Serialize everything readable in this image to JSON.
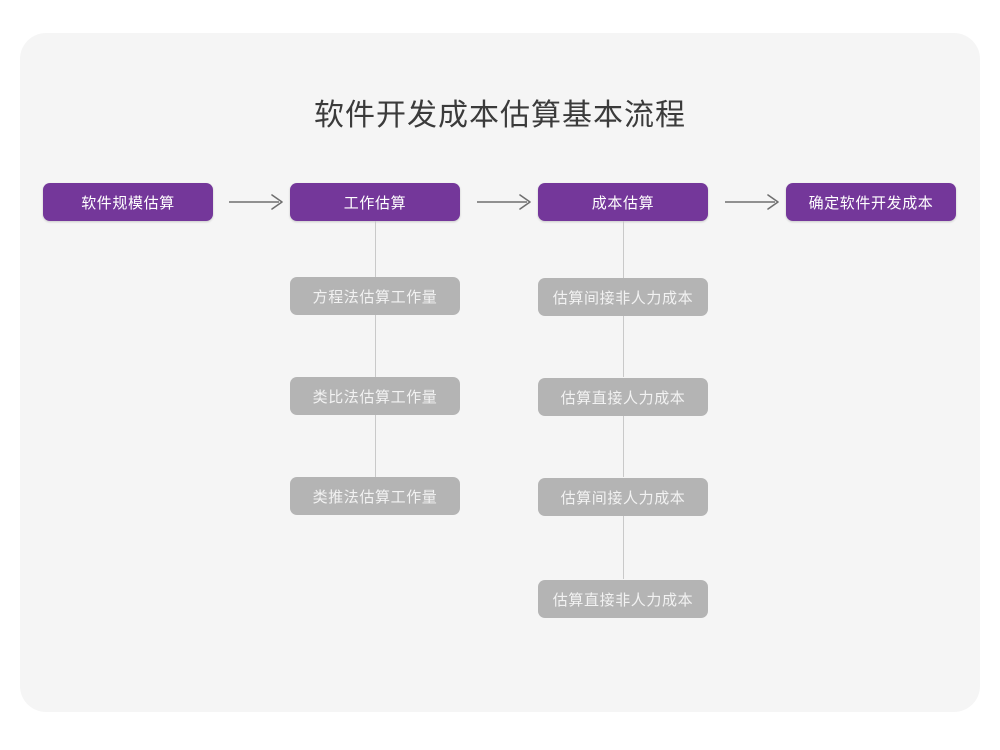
{
  "diagram": {
    "title": "软件开发成本估算基本流程",
    "colors": {
      "card_background": "#f5f5f5",
      "page_background": "#ffffff",
      "stage_fill": "#74379a",
      "stage_text": "#ffffff",
      "sub_fill": "#b4b4b4",
      "sub_text": "#f2f2f2",
      "connector": "#c9c9c9",
      "title_text": "#3b3b3b"
    },
    "stages": [
      {
        "label": "软件规模估算",
        "substeps": []
      },
      {
        "label": "工作估算",
        "substeps": [
          "方程法估算工作量",
          "类比法估算工作量",
          "类推法估算工作量"
        ]
      },
      {
        "label": "成本估算",
        "substeps": [
          "估算间接非人力成本",
          "估算直接人力成本",
          "估算间接人力成本",
          "估算直接非人力成本"
        ]
      },
      {
        "label": "确定软件开发成本",
        "substeps": []
      }
    ],
    "connectors": {
      "arrow_glyph": "right-arrow-icon",
      "count": 3
    }
  }
}
